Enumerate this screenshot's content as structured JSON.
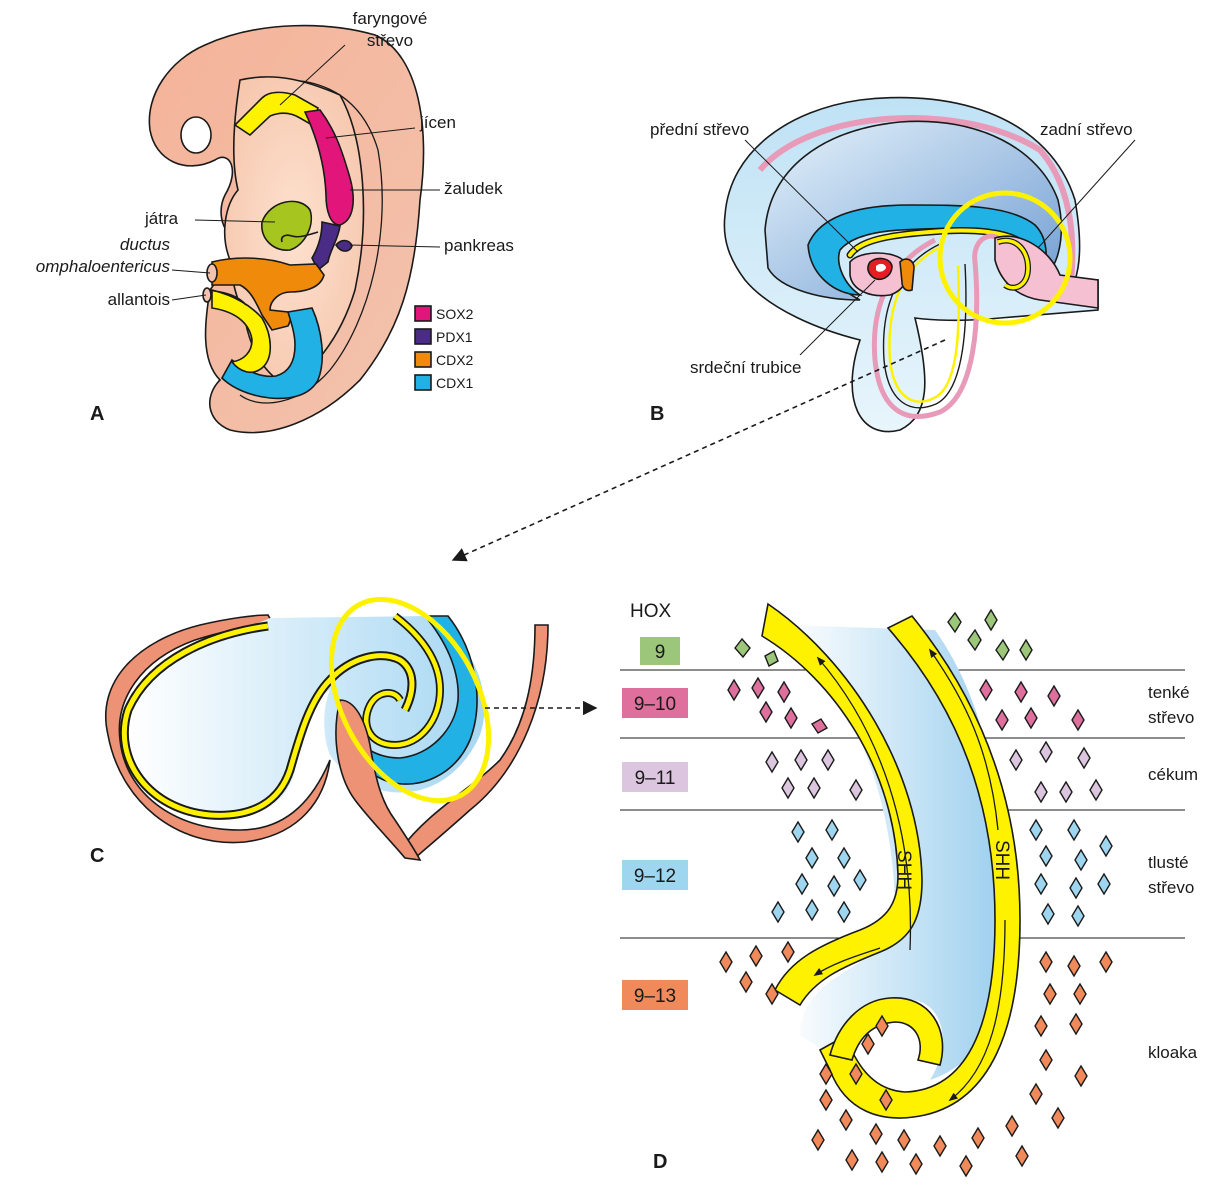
{
  "panelA": {
    "letter": "A",
    "labels": {
      "pharyngeal_1": "faryngové",
      "pharyngeal_2": "střevo",
      "esophagus": "jícen",
      "stomach": "žaludek",
      "liver": "játra",
      "pancreas": "pankreas",
      "vitelline_1": "ductus",
      "vitelline_2": "omphaloentericus",
      "allantois": "allantois"
    },
    "legend": [
      {
        "label": "SOX2",
        "color": "#e2157a"
      },
      {
        "label": "PDX1",
        "color": "#4a2c86"
      },
      {
        "label": "CDX2",
        "color": "#f08a0b"
      },
      {
        "label": "CDX1",
        "color": "#21b1e4"
      }
    ]
  },
  "panelB": {
    "letter": "B",
    "labels": {
      "foregut": "přední střevo",
      "hindgut": "zadní střevo",
      "heart": "srdeční trubice"
    }
  },
  "panelC": {
    "letter": "C"
  },
  "panelD": {
    "letter": "D",
    "hox_title": "HOX",
    "rows": [
      {
        "code": "9",
        "color": "#9cc77a",
        "region_1": "",
        "region_2": ""
      },
      {
        "code": "9–10",
        "color": "#df6f9c",
        "region_1": "tenké",
        "region_2": "střevo"
      },
      {
        "code": "9–11",
        "color": "#dcc5de",
        "region_1": "cékum",
        "region_2": ""
      },
      {
        "code": "9–12",
        "color": "#9fd6ef",
        "region_1": "tlusté",
        "region_2": "střevo"
      },
      {
        "code": "9–13",
        "color": "#f08a5a",
        "region_1": "",
        "region_2": ""
      },
      {
        "code": "",
        "color": "",
        "region_1": "kloaka",
        "region_2": ""
      }
    ],
    "signal_left": "SHH",
    "signal_right": "SHH"
  }
}
